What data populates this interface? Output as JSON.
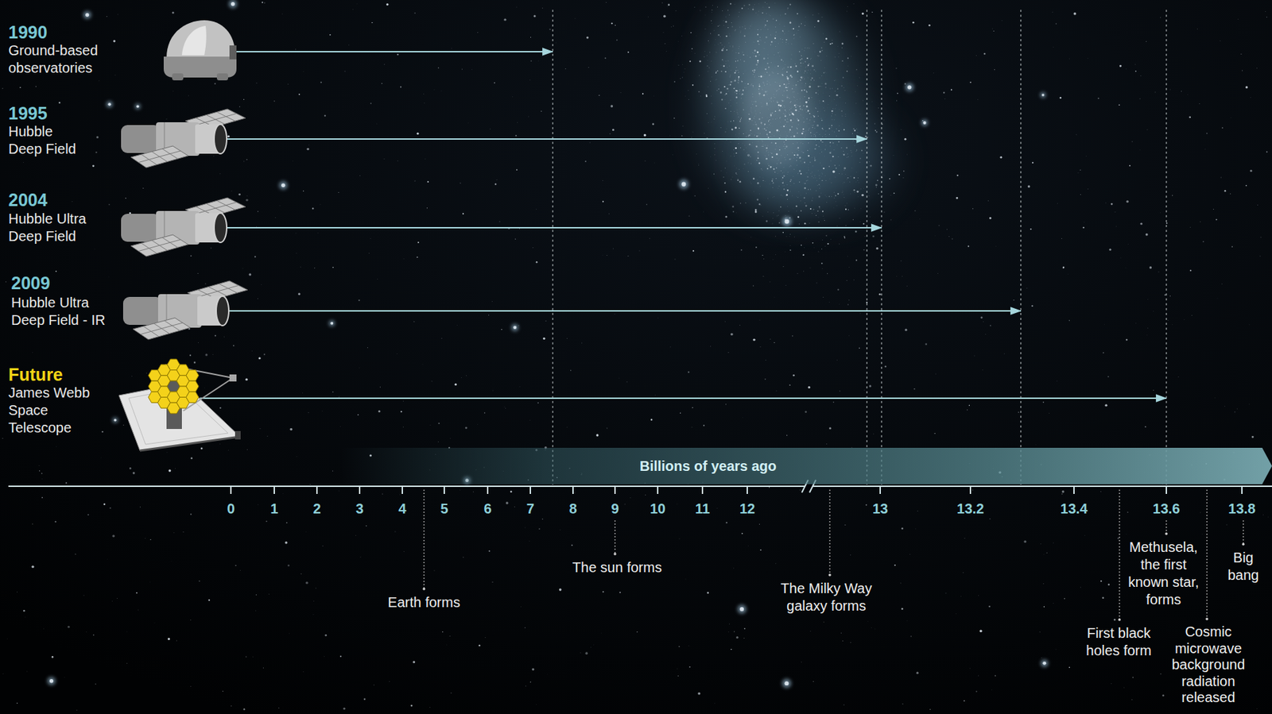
{
  "diagram": {
    "nodes": [
      {
        "text": [
          "Billions of years ago"
        ]
      }
    ],
    "labels": [
      "1990",
      "Ground-based observatories",
      "1995",
      "Hubble Deep Field",
      "2004",
      "Hubble Ultra Deep Field",
      "2009",
      "Hubble Ultra Deep Field - IR",
      "Future",
      "James Webb Space Telescope",
      "0",
      "1",
      "2",
      "3",
      "4",
      "5",
      "6",
      "7",
      "8",
      "9",
      "10",
      "11",
      "12",
      "13",
      "13.2",
      "13.4",
      "13.6",
      "13.8",
      "Earth forms",
      "The sun forms",
      "The Milky Way galaxy forms",
      "Methusela, the first known star, forms",
      "Big bang",
      "First black holes form",
      "Cosmic microwave background radiation released"
    ]
  }
}
